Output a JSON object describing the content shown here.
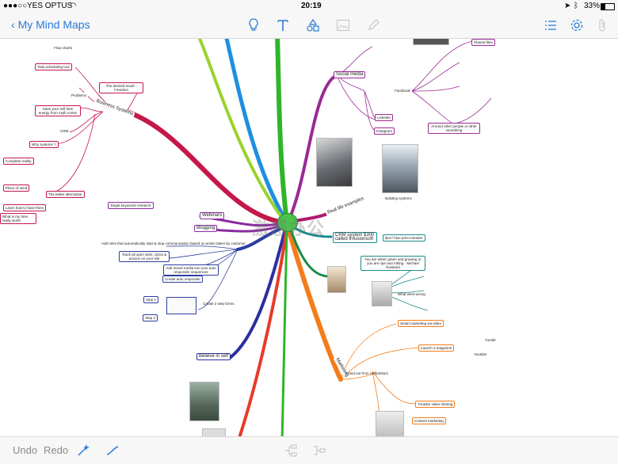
{
  "status": {
    "carrier": "YES OPTUS",
    "time": "20:19",
    "battery": "33%"
  },
  "nav": {
    "back_label": "My Mind Maps"
  },
  "bottom": {
    "undo": "Undo",
    "redo": "Redo"
  },
  "watermark": "激感办公",
  "branches": {
    "business_systems": "Business Systems",
    "social_media": "Social media",
    "real_life_examples": "Real life examples",
    "marketing": "Marketing",
    "believe_in_self": "Believe in self",
    "blogging": "Blogging",
    "webinars": "Webinars",
    "crm_system": "CRM system $300 called Infusionsoft",
    "blue_print_member": "$147 blue print member"
  },
  "nodes": {
    "task_scheduling": "Task scheduling tool",
    "the_desired_result": "The desired result - Freedom",
    "save_energy": "Save your self time energy from myth vortex",
    "crm": "CRM",
    "why_systems": "Why systems ?",
    "the_better_alternative": "The better alternative",
    "linkedin": "LinkedIn",
    "instagram": "Instagram",
    "facebook": "Facebook",
    "target_keywords": "Target keywords research",
    "add_roles": "Add roles that automatically start & stop communication based on action taken by customer",
    "track_all": "Track all open sites, clicks & actions on your site",
    "add_mixed_media": "Add mixed media into your auto responder sequences",
    "create_auto": "Create auto responder",
    "step1": "Step 1",
    "step2": "Step 2",
    "create_2_step": "Create 2 step forms",
    "you_are_either": "You are either green and growing or you are ripe and rotting - Michael Rowland",
    "what_went_wrong": "What went wrong",
    "smart_marketing": "Smart marketing via video",
    "launch_magazine": "Launch a magazine",
    "stand_out": "Stand out from competitors",
    "youtube_video": "Youtube video sharing",
    "content_marketing": "Content marketing",
    "building_systems": "Building systems",
    "around_other_people": "Around other people or other something",
    "find_charts": "Flow charts",
    "problems": "Problems",
    "complete_reality": "Complete reality",
    "place_of_mind": "Place of mind",
    "learn_how": "Learn how to have them",
    "what_is_my": "What is my time really worth",
    "shared_files": "Shared files",
    "tumblr": "Tumblr",
    "youtube_sub": "Youtube"
  }
}
